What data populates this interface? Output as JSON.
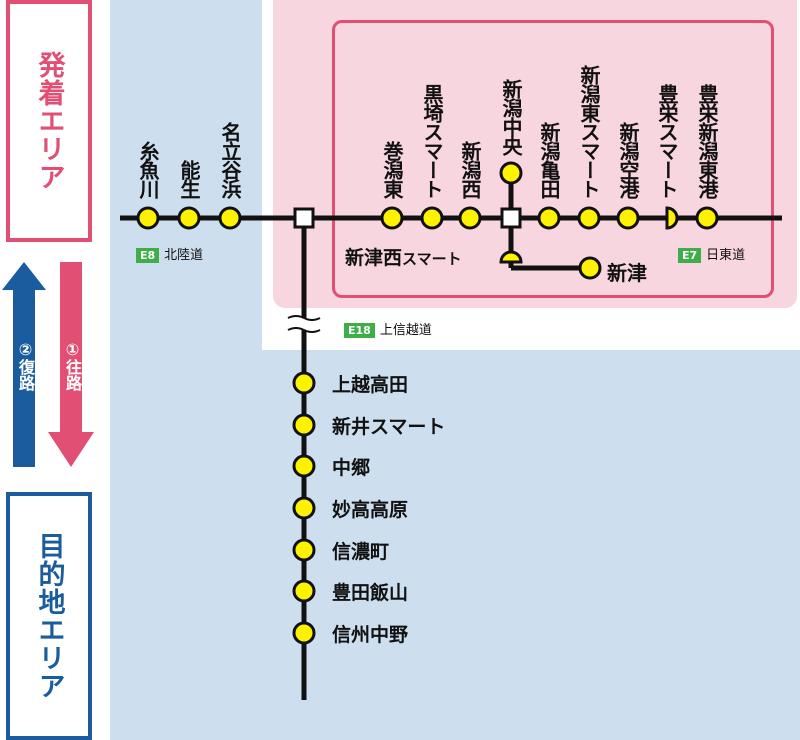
{
  "areas": {
    "departure": "発着エリア",
    "destination": "目的地エリア"
  },
  "arrows": {
    "outbound": "①往路",
    "return": "②復路"
  },
  "roads": {
    "hokuriku": {
      "code": "E8",
      "name": "北陸道"
    },
    "nihonkai_tohoku": {
      "code": "E7",
      "name": "日東道"
    },
    "joshinetsu": {
      "code": "E18",
      "name": "上信越道"
    }
  },
  "stations_top": [
    {
      "id": "itoigawa",
      "label": "糸魚川"
    },
    {
      "id": "nou",
      "label": "能生"
    },
    {
      "id": "nadachi",
      "label": "名立谷浜"
    },
    {
      "id": "makigatahigashi",
      "label": "巻潟東"
    },
    {
      "id": "kurosakismart",
      "label": "黒埼スマート"
    },
    {
      "id": "niigatanishi",
      "label": "新潟西"
    },
    {
      "id": "niigatachuo",
      "label": "新潟中央"
    },
    {
      "id": "niigatakameda",
      "label": "新潟亀田"
    },
    {
      "id": "niigatahigashismart",
      "label": "新潟東スマート"
    },
    {
      "id": "niigatakuko",
      "label": "新潟空港"
    },
    {
      "id": "toyosakaesmart",
      "label": "豊栄スマート"
    },
    {
      "id": "toyosakaeniigatahigashiko",
      "label": "豊栄新潟東港"
    }
  ],
  "shinchuwest": {
    "main": "新津西",
    "suffix": "スマート"
  },
  "niitsu": "新津",
  "stations_bottom": [
    {
      "id": "joetsutakada",
      "label": "上越高田"
    },
    {
      "id": "araismart",
      "label": "新井スマート"
    },
    {
      "id": "nakago",
      "label": "中郷"
    },
    {
      "id": "myokokogen",
      "label": "妙高高原"
    },
    {
      "id": "shinanomachi",
      "label": "信濃町"
    },
    {
      "id": "toyotaiiyama",
      "label": "豊田飯山"
    },
    {
      "id": "shinshunakano",
      "label": "信州中野"
    }
  ],
  "colors": {
    "pink": "#e24f75",
    "blue": "#1a5c9e",
    "station_fill": "#fff200",
    "road_badge": "#3fae49",
    "bg_blue": "#cddfee",
    "bg_pink": "#f7d6df"
  }
}
